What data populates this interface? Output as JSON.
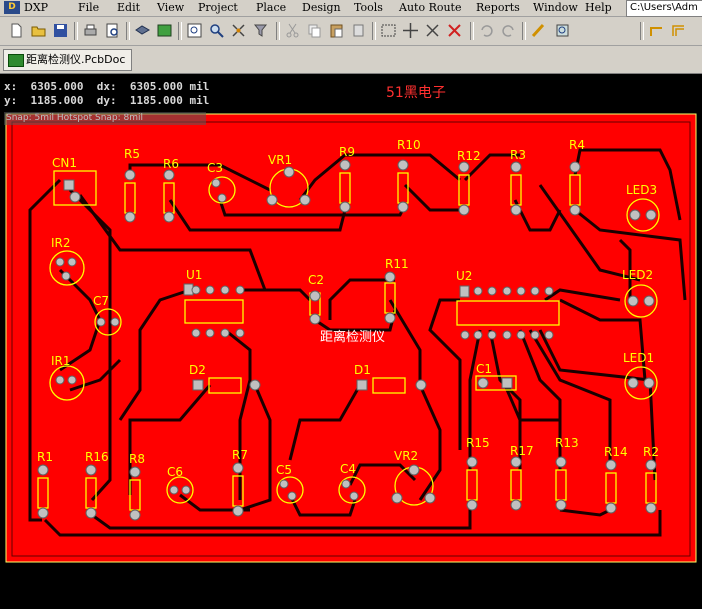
{
  "menu": {
    "items": [
      "DXP",
      "File",
      "Edit",
      "View",
      "Project",
      "Place",
      "Design",
      "Tools",
      "Auto Route",
      "Reports",
      "Window",
      "Help"
    ],
    "path": "C:\\Users\\Adm"
  },
  "document_tab": {
    "label": "距离检测仪.PcbDoc"
  },
  "readout": {
    "x": "6305.000",
    "dx": "6305.000",
    "y": "1185.000",
    "dy": "1185.000",
    "unit": "mil",
    "snap": "Snap: 5mil Hotspot Snap: 8mil"
  },
  "board": {
    "title": "51黑电子",
    "center_label": "距离检测仪",
    "board_color": "#ff0000",
    "silkscreen_color": "#ffff00",
    "components": [
      "CN1",
      "R5",
      "R6",
      "C3",
      "VR1",
      "R9",
      "R10",
      "R12",
      "R3",
      "R4",
      "LED3",
      "IR2",
      "U1",
      "C2",
      "R11",
      "U2",
      "LED2",
      "C7",
      "LED1",
      "IR1",
      "D2",
      "D1",
      "C1",
      "R1",
      "R16",
      "R8",
      "C6",
      "R7",
      "C5",
      "C4",
      "VR2",
      "R15",
      "R17",
      "R13",
      "R14",
      "R2"
    ]
  }
}
